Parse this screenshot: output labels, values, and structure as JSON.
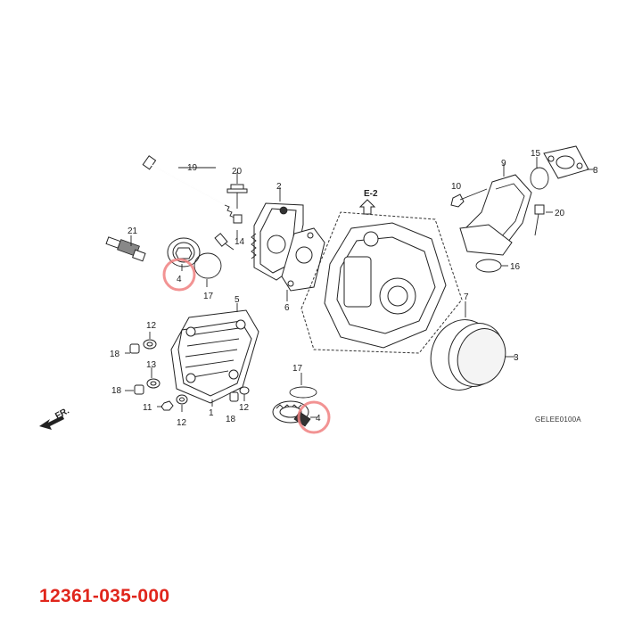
{
  "labels": {
    "c1": "1",
    "c2": "2",
    "c3": "3",
    "c4a": "4",
    "c4b": "4",
    "c5": "5",
    "c6": "6",
    "c7": "7",
    "c8": "8",
    "c9": "9",
    "c10": "10",
    "c11": "11",
    "c12a": "12",
    "c12b": "12",
    "c12c": "12",
    "c13": "13",
    "c14": "14",
    "c15": "15",
    "c16": "16",
    "c17a": "17",
    "c17b": "17",
    "c18a": "18",
    "c18b": "18",
    "c18c": "18",
    "c19": "19",
    "c20a": "20",
    "c20b": "20",
    "c21": "21"
  },
  "section_ref": "E-2",
  "front_marker": "FR.",
  "ref_code": "GELEE0100A",
  "part_number": "12361-035-000",
  "colors": {
    "part_number": "#e0261c",
    "highlight": "#f08080",
    "line": "#222222"
  }
}
